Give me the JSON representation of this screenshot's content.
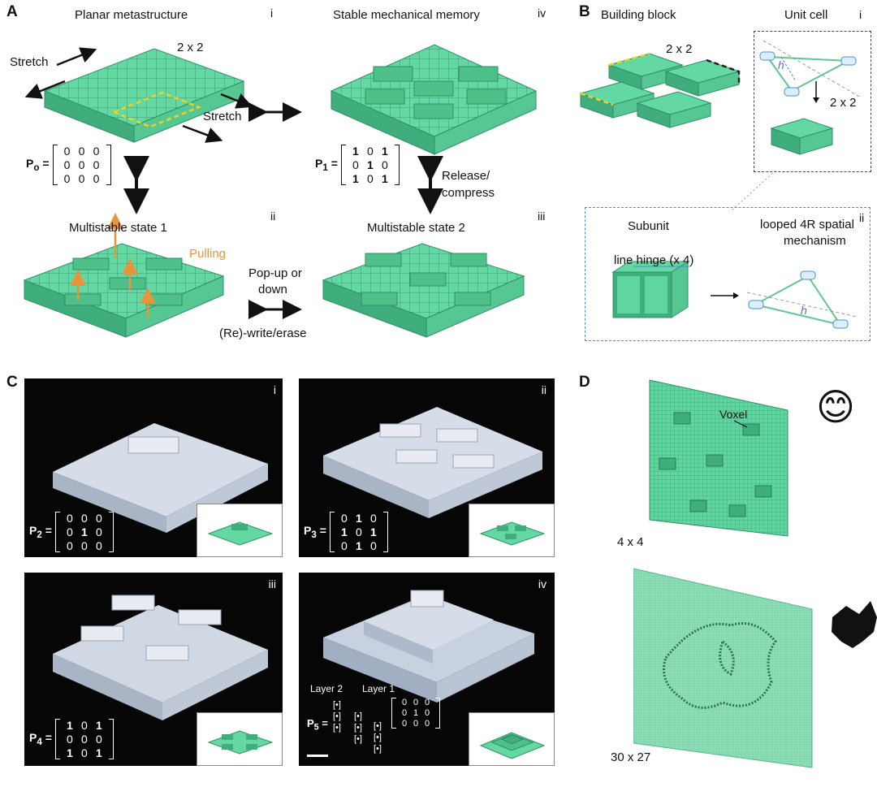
{
  "panelA": {
    "label": "A",
    "i": {
      "title": "Planar metastructure",
      "roman": "i",
      "size": "2 x 2",
      "stretch_left": "Stretch",
      "stretch_right": "Stretch"
    },
    "iv": {
      "title": "Stable mechanical memory",
      "roman": "iv"
    },
    "ii": {
      "title": "Multistable state 1",
      "roman": "ii",
      "pulling": "Pulling"
    },
    "iii": {
      "title": "Multistable state 2",
      "roman": "iii"
    },
    "release": "Release/",
    "compress": "compress",
    "popup": "Pop-up or",
    "down": "down",
    "rewrite": "(Re)-write/erase",
    "P0": {
      "name": "P",
      "sub": "o",
      "rows": [
        [
          "0",
          "0",
          "0"
        ],
        [
          "0",
          "0",
          "0"
        ],
        [
          "0",
          "0",
          "0"
        ]
      ]
    },
    "P1": {
      "name": "P",
      "sub": "1",
      "rows": [
        [
          "1",
          "0",
          "1"
        ],
        [
          "0",
          "1",
          "0"
        ],
        [
          "1",
          "0",
          "1"
        ]
      ]
    }
  },
  "panelB": {
    "label": "B",
    "building_block": "Building block",
    "size": "2 x 2",
    "unit_cell": "Unit cell",
    "roman_i": "i",
    "unit_size": "2 x 2",
    "h": "h",
    "subunit": "Subunit",
    "mechanism_l1": "looped 4R spatial",
    "mechanism_l2": "mechanism",
    "roman_ii": "ii",
    "line_hinge": "line hinge (x 4)"
  },
  "panelC": {
    "label": "C",
    "i": {
      "roman": "i",
      "P": {
        "name": "P",
        "sub": "2",
        "rows": [
          [
            "0",
            "0",
            "0"
          ],
          [
            "0",
            "1",
            "0"
          ],
          [
            "0",
            "0",
            "0"
          ]
        ]
      }
    },
    "ii": {
      "roman": "ii",
      "P": {
        "name": "P",
        "sub": "3",
        "rows": [
          [
            "0",
            "1",
            "0"
          ],
          [
            "1",
            "0",
            "1"
          ],
          [
            "0",
            "1",
            "0"
          ]
        ]
      }
    },
    "iii": {
      "roman": "iii",
      "P": {
        "name": "P",
        "sub": "4",
        "rows": [
          [
            "1",
            "0",
            "1"
          ],
          [
            "0",
            "0",
            "0"
          ],
          [
            "1",
            "0",
            "1"
          ]
        ]
      }
    },
    "iv": {
      "roman": "iv",
      "layer2": "Layer 2",
      "layer1": "Layer 1",
      "P_name": "P",
      "P_sub": "5",
      "dot": "[•]",
      "rows": [
        [
          "0",
          "0",
          "0"
        ],
        [
          "0",
          "1",
          "0"
        ],
        [
          "0",
          "0",
          "0"
        ]
      ]
    }
  },
  "panelD": {
    "label": "D",
    "voxel": "Voxel",
    "size1": "4 x 4",
    "size2": "30 x 27",
    "emoji": "😊"
  },
  "colors": {
    "green": "#5fd6a0",
    "green_dark": "#2f8f67",
    "yellow": "#f2d21b",
    "orange": "#e8943a",
    "blue": "#4a90c8"
  }
}
